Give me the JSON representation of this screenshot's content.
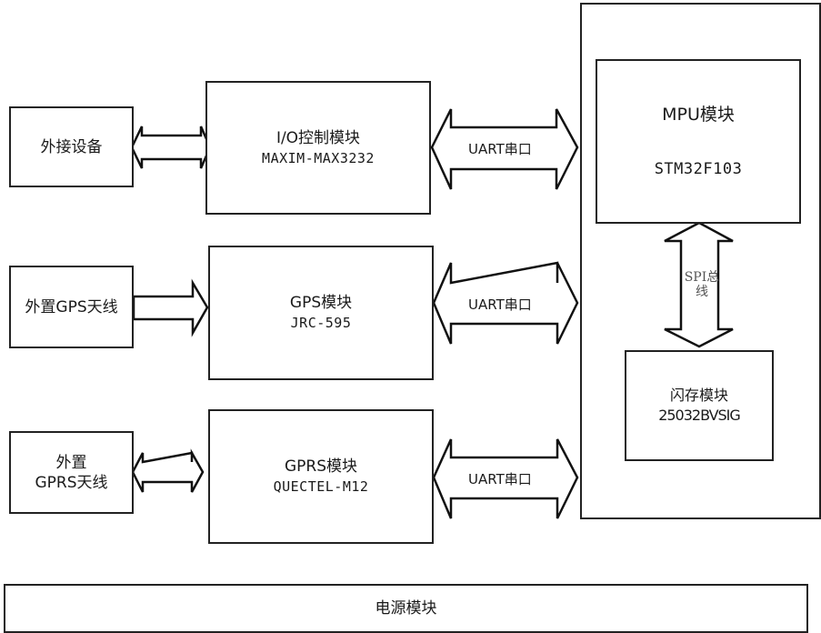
{
  "diagram": {
    "external_device": "外接设备",
    "io_module": {
      "title": "I/O控制模块",
      "model": "MAXIM-MAX3232"
    },
    "gps_antenna": "外置GPS天线",
    "gps_module": {
      "title": "GPS模块",
      "model": "JRC-595"
    },
    "gprs_antenna": {
      "line1": "外置",
      "line2": "GPRS天线"
    },
    "gprs_module": {
      "title": "GPRS模块",
      "model": "QUECTEL-M12"
    },
    "uart_label": "UART串口",
    "mpu_module": {
      "title": "MPU模块",
      "model": "STM32F103"
    },
    "spi_label": {
      "line1": "SPI总",
      "line2": "线"
    },
    "flash_module": {
      "title": "闪存模块",
      "model": "25032BVSIG"
    },
    "power_module": "电源模块"
  }
}
